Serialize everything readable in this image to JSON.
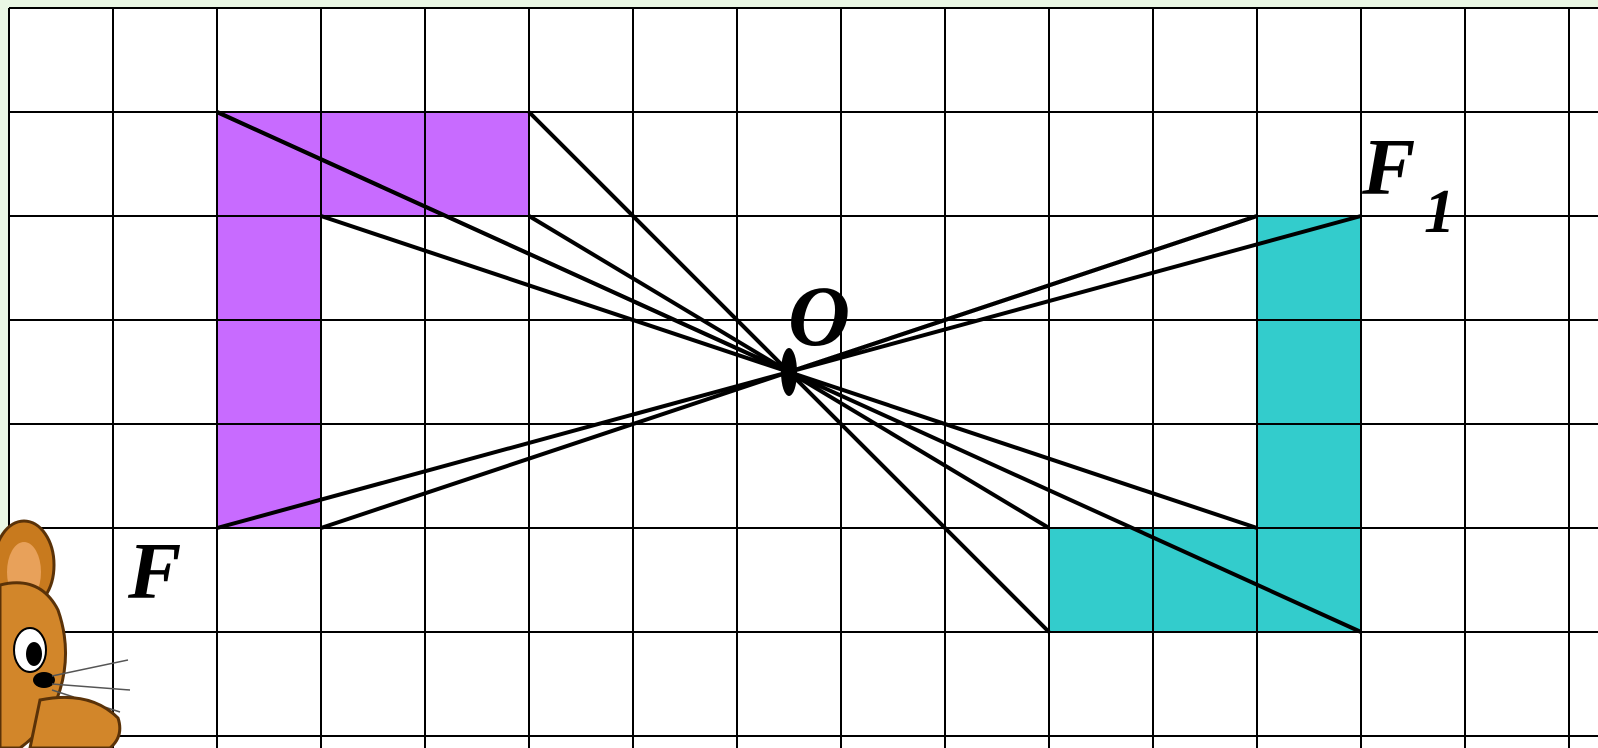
{
  "figure": {
    "labels": {
      "F": "F",
      "F1_main": "F",
      "F1_sub": "1",
      "O": "O"
    },
    "colors": {
      "background": "#eaf7e4",
      "grid_fill": "#ffffff",
      "grid_line": "#000000",
      "shape_F": "#c86bff",
      "shape_F1": "#33cccc",
      "rays": "#000000"
    },
    "grid": {
      "columns": 15,
      "rows": 7
    },
    "center_O": [
      7.5,
      3.5
    ],
    "shape_F_cells": [
      [
        2,
        1
      ],
      [
        3,
        1
      ],
      [
        4,
        1
      ],
      [
        2,
        2
      ],
      [
        2,
        3
      ],
      [
        2,
        4
      ]
    ],
    "shape_F1_cells": [
      [
        12,
        2
      ],
      [
        12,
        3
      ],
      [
        12,
        4
      ],
      [
        12,
        5
      ],
      [
        11,
        5
      ],
      [
        10,
        5
      ]
    ],
    "rays": [
      [
        [
          2,
          1
        ],
        [
          7.5,
          3.5
        ],
        [
          12,
          2
        ]
      ],
      [
        [
          3,
          2
        ],
        [
          7.5,
          3.5
        ],
        [
          12,
          5
        ]
      ],
      [
        [
          5,
          1
        ],
        [
          7.5,
          3.5
        ],
        [
          10,
          6
        ]
      ],
      [
        [
          5,
          2
        ],
        [
          7.5,
          3.5
        ],
        [
          10,
          5
        ]
      ],
      [
        [
          3,
          5
        ],
        [
          7.5,
          3.5
        ],
        [
          12,
          2
        ]
      ],
      [
        [
          2,
          5
        ],
        [
          7.5,
          3.5
        ],
        [
          13,
          2
        ]
      ],
      [
        [
          2,
          1
        ],
        [
          7.5,
          3.5
        ],
        [
          13,
          6
        ]
      ]
    ],
    "mascot": "cartoon-mouse"
  }
}
